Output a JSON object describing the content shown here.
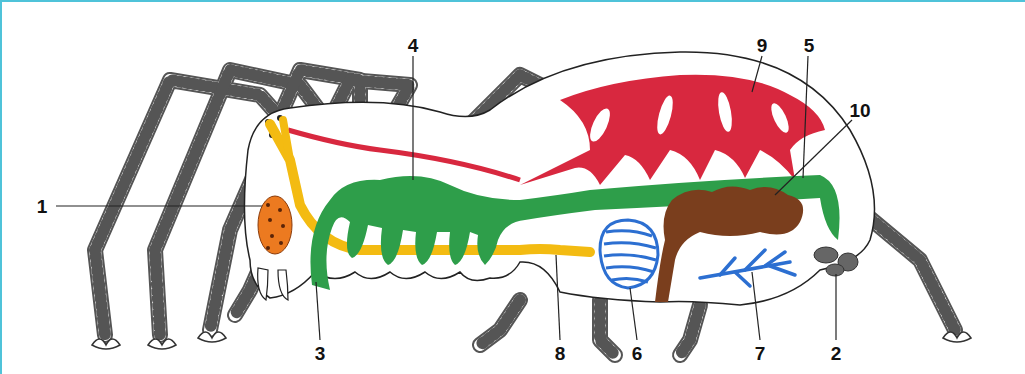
{
  "diagram": {
    "labels": [
      "4",
      "9",
      "5",
      "10",
      "1",
      "3",
      "8",
      "6",
      "7",
      "2"
    ]
  }
}
